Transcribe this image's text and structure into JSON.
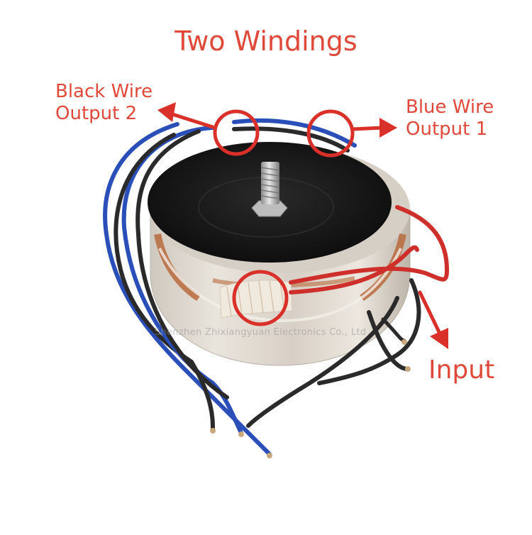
{
  "labels": {
    "title": "Two Windings",
    "black_wire_line1": "Black Wire",
    "black_wire_line2": "Output 2",
    "blue_wire_line1": "Blue Wire",
    "blue_wire_line2": "Output 1",
    "input": "Input"
  },
  "watermark": "Shenzhen Zhixiangyuan Electronics Co., Ltd",
  "colors": {
    "annotation": "#e0493a",
    "blue_wire": "#2a4fb8",
    "black_wire": "#2a2a2a",
    "red_wire": "#cf2f2a",
    "core_top": "#1a1a1a",
    "copper": "#b86a3c"
  }
}
